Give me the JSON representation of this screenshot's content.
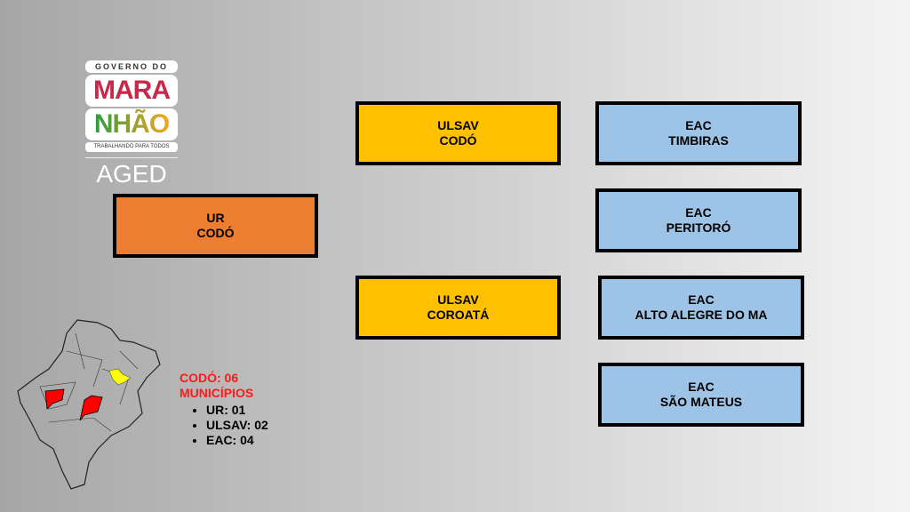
{
  "logo": {
    "top": "GOVERNO DO",
    "line1": "MARA",
    "line2": "NHÃO",
    "tagline": "TRABALHANDO PARA TODOS",
    "org": "AGED"
  },
  "ur": {
    "l1": "UR",
    "l2": "CODÓ"
  },
  "ulsav": [
    {
      "l1": "ULSAV",
      "l2": "CODÓ"
    },
    {
      "l1": "ULSAV",
      "l2": "COROATÁ"
    }
  ],
  "eac": [
    {
      "l1": "EAC",
      "l2": "TIMBIRAS"
    },
    {
      "l1": "EAC",
      "l2": "PERITORÓ"
    },
    {
      "l1": "EAC",
      "l2": "ALTO ALEGRE DO MA"
    },
    {
      "l1": "EAC",
      "l2": "SÃO MATEUS"
    }
  ],
  "legend": {
    "title": "CODÓ: 06",
    "subtitle": "MUNICÍPIOS",
    "items": [
      "UR: 01",
      "ULSAV: 02",
      "EAC: 04"
    ]
  },
  "colors": {
    "ur": "#ed7d31",
    "ulsav": "#ffc000",
    "eac": "#9dc3e6",
    "highlight_red": "#ff0000",
    "highlight_yellow": "#ffff00"
  }
}
